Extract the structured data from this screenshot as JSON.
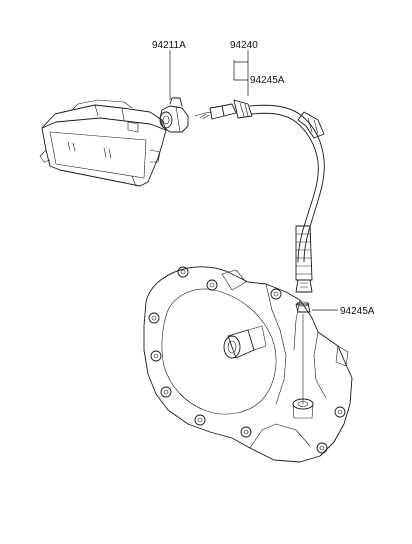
{
  "labels": {
    "gear_part": "94211A",
    "cable_assembly": "94240",
    "cable_seal_upper": "94245A",
    "cable_seal_lower": "94245A"
  },
  "colors": {
    "line": "#1a1a1a",
    "background": "#ffffff"
  }
}
